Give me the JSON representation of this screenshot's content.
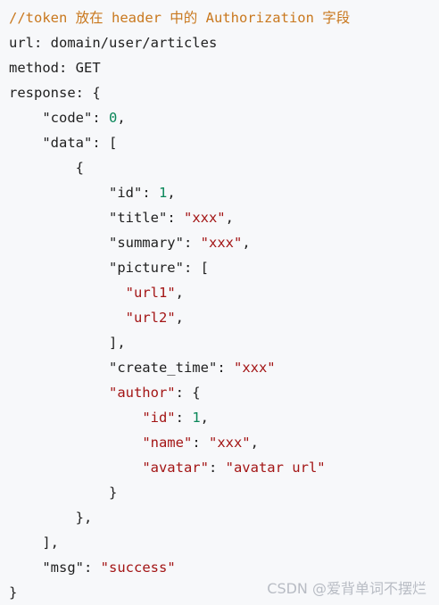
{
  "code": {
    "lines": [
      [
        {
          "t": "//token 放在 header 中的 Authorization 字段",
          "c": "comment"
        }
      ],
      [
        {
          "t": "url: domain/user/articles",
          "c": "kw"
        }
      ],
      [
        {
          "t": "method: GET",
          "c": "kw"
        }
      ],
      [
        {
          "t": "response: {",
          "c": "kw"
        }
      ],
      [
        {
          "t": "    ",
          "c": "punc"
        },
        {
          "t": "\"code\"",
          "c": "key"
        },
        {
          "t": ": ",
          "c": "punc"
        },
        {
          "t": "0",
          "c": "num"
        },
        {
          "t": ",",
          "c": "punc"
        }
      ],
      [
        {
          "t": "    ",
          "c": "punc"
        },
        {
          "t": "\"data\"",
          "c": "key"
        },
        {
          "t": ": [",
          "c": "punc"
        }
      ],
      [
        {
          "t": "        {",
          "c": "punc"
        }
      ],
      [
        {
          "t": "            ",
          "c": "punc"
        },
        {
          "t": "\"id\"",
          "c": "key"
        },
        {
          "t": ": ",
          "c": "punc"
        },
        {
          "t": "1",
          "c": "num"
        },
        {
          "t": ",",
          "c": "punc"
        }
      ],
      [
        {
          "t": "            ",
          "c": "punc"
        },
        {
          "t": "\"title\"",
          "c": "key"
        },
        {
          "t": ": ",
          "c": "punc"
        },
        {
          "t": "\"xxx\"",
          "c": "str"
        },
        {
          "t": ",",
          "c": "punc"
        }
      ],
      [
        {
          "t": "            ",
          "c": "punc"
        },
        {
          "t": "\"summary\"",
          "c": "key"
        },
        {
          "t": ": ",
          "c": "punc"
        },
        {
          "t": "\"xxx\"",
          "c": "str"
        },
        {
          "t": ",",
          "c": "punc"
        }
      ],
      [
        {
          "t": "            ",
          "c": "punc"
        },
        {
          "t": "\"picture\"",
          "c": "key"
        },
        {
          "t": ": [",
          "c": "punc"
        }
      ],
      [
        {
          "t": "              ",
          "c": "punc"
        },
        {
          "t": "\"url1\"",
          "c": "str"
        },
        {
          "t": ",",
          "c": "punc"
        }
      ],
      [
        {
          "t": "              ",
          "c": "punc"
        },
        {
          "t": "\"url2\"",
          "c": "str"
        },
        {
          "t": ",",
          "c": "punc"
        }
      ],
      [
        {
          "t": "            ],",
          "c": "punc"
        }
      ],
      [
        {
          "t": "            ",
          "c": "punc"
        },
        {
          "t": "\"create_time\"",
          "c": "key"
        },
        {
          "t": ": ",
          "c": "punc"
        },
        {
          "t": "\"xxx\"",
          "c": "str"
        }
      ],
      [
        {
          "t": "            ",
          "c": "punc"
        },
        {
          "t": "\"author\"",
          "c": "author-key"
        },
        {
          "t": ": {",
          "c": "punc"
        }
      ],
      [
        {
          "t": "                ",
          "c": "punc"
        },
        {
          "t": "\"id\"",
          "c": "author-key"
        },
        {
          "t": ": ",
          "c": "punc"
        },
        {
          "t": "1",
          "c": "num"
        },
        {
          "t": ",",
          "c": "punc"
        }
      ],
      [
        {
          "t": "                ",
          "c": "punc"
        },
        {
          "t": "\"name\"",
          "c": "author-key"
        },
        {
          "t": ": ",
          "c": "punc"
        },
        {
          "t": "\"xxx\"",
          "c": "str"
        },
        {
          "t": ",",
          "c": "punc"
        }
      ],
      [
        {
          "t": "                ",
          "c": "punc"
        },
        {
          "t": "\"avatar\"",
          "c": "author-key"
        },
        {
          "t": ": ",
          "c": "punc"
        },
        {
          "t": "\"avatar url\"",
          "c": "str"
        }
      ],
      [
        {
          "t": "            }",
          "c": "punc"
        }
      ],
      [
        {
          "t": "        },",
          "c": "punc"
        }
      ],
      [
        {
          "t": "    ],",
          "c": "punc"
        }
      ],
      [
        {
          "t": "    ",
          "c": "punc"
        },
        {
          "t": "\"msg\"",
          "c": "key"
        },
        {
          "t": ": ",
          "c": "punc"
        },
        {
          "t": "\"success\"",
          "c": "str"
        }
      ],
      [
        {
          "t": "}",
          "c": "punc"
        }
      ]
    ]
  },
  "watermark": {
    "text": "CSDN @爱背单词不摆烂"
  }
}
